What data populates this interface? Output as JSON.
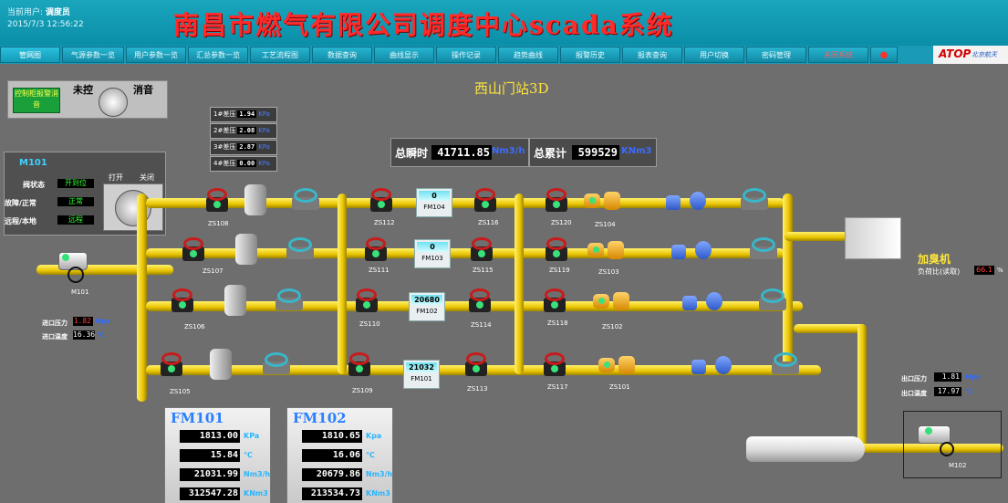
{
  "header": {
    "user_label": "当前用户:",
    "user_name": "调度员",
    "date": "2015/7/3",
    "time": "12:56:22",
    "title": "南昌市燃气有限公司调度中心scada系统"
  },
  "nav": {
    "items": [
      "管网图",
      "气源参数一览",
      "用户参数一览",
      "汇总参数一览",
      "工艺流程图",
      "数据查询",
      "曲线显示",
      "操作记录",
      "趋势曲线",
      "报警历史",
      "报表查询",
      "用户切换",
      "密码管理",
      "关闭系统"
    ],
    "logo": "ATOP",
    "logo_sub": "北京航天"
  },
  "station_title": "西山门站3D",
  "control": {
    "alarm_label": "控制柜报警消音",
    "local": "未控",
    "remote": "消音"
  },
  "diff_pressure": [
    {
      "label": "1#差压",
      "value": "1.94",
      "unit": "KPa"
    },
    {
      "label": "2#差压",
      "value": "2.08",
      "unit": "KPa"
    },
    {
      "label": "3#差压",
      "value": "2.87",
      "unit": "KPa"
    },
    {
      "label": "4#差压",
      "value": "0.00",
      "unit": "KPa"
    }
  ],
  "totals": {
    "instant_label": "总瞬时",
    "instant_value": "41711.85",
    "instant_unit": "Nm3/h",
    "cumulative_label": "总累计",
    "cumulative_value": "599529",
    "cumulative_unit": "KNm3"
  },
  "m101": {
    "title": "M101",
    "valve_state_label": "阀状态",
    "valve_state_value": "开到位",
    "fault_label": "故障/正常",
    "fault_value": "正常",
    "mode_label": "远程/本地",
    "mode_value": "远程",
    "open_label": "打开",
    "close_label": "关闭"
  },
  "inlet": {
    "pressure_label": "进口压力",
    "pressure_value": "1.82",
    "pressure_unit": "Mpa",
    "temp_label": "进口温度",
    "temp_value": "16.36",
    "temp_unit": "℃"
  },
  "outlet": {
    "pressure_label": "出口压力",
    "pressure_value": "1.81",
    "pressure_unit": "Mpa",
    "temp_label": "出口温度",
    "temp_value": "17.97",
    "temp_unit": "℃"
  },
  "valve_tags": {
    "zs108": "ZS108",
    "zs107": "ZS107",
    "zs106": "ZS106",
    "zs105": "ZS105",
    "zs112": "ZS112",
    "zs111": "ZS111",
    "zs110": "ZS110",
    "zs109": "ZS109",
    "zs116": "ZS116",
    "zs115": "ZS115",
    "zs114": "ZS114",
    "zs113": "ZS113",
    "zs120": "ZS120",
    "zs119": "ZS119",
    "zs118": "ZS118",
    "zs117": "ZS117",
    "zs104": "ZS104",
    "zs103": "ZS103",
    "zs102": "ZS102",
    "zs101": "ZS101",
    "m101": "M101",
    "m102": "M102"
  },
  "meters": [
    {
      "tag": "FM104",
      "value": "0"
    },
    {
      "tag": "FM103",
      "value": "0"
    },
    {
      "tag": "FM102",
      "value": "20680"
    },
    {
      "tag": "FM101",
      "value": "21032"
    }
  ],
  "fm101": {
    "title": "FM101",
    "rows": [
      {
        "value": "1813.00",
        "unit": "KPa"
      },
      {
        "value": "15.84",
        "unit": "℃"
      },
      {
        "value": "21031.99",
        "unit": "Nm3/h"
      },
      {
        "value": "312547.28",
        "unit": "KNm3"
      }
    ]
  },
  "fm102": {
    "title": "FM102",
    "rows": [
      {
        "value": "1810.65",
        "unit": "Kpa"
      },
      {
        "value": "16.06",
        "unit": "℃"
      },
      {
        "value": "20679.86",
        "unit": "Nm3/h"
      },
      {
        "value": "213534.73",
        "unit": "KNm3"
      }
    ]
  },
  "odorizer": {
    "name": "加臭机",
    "ratio_label": "负荷比(读取)",
    "ratio_value": "66.1",
    "ratio_unit": "%"
  },
  "colors": {
    "pipe": "#e9c400",
    "valve_red": "#c81b1b",
    "valve_teal": "#39b7c9",
    "valve_blue": "#2e59c8",
    "title_red": "#ff2a2a"
  }
}
